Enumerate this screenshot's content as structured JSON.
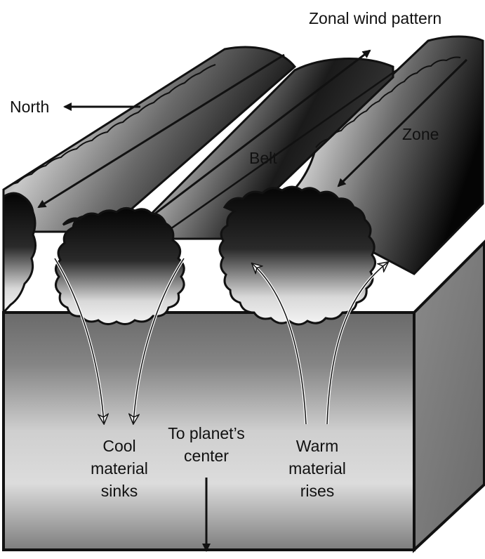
{
  "labels": {
    "zonal_wind_pattern": "Zonal wind pattern",
    "north": "North",
    "zone": "Zone",
    "belt": "Belt",
    "cool_line1": "Cool",
    "cool_line2": "material",
    "cool_line3": "sinks",
    "center_line1": "To planet’s",
    "center_line2": "center",
    "warm_line1": "Warm",
    "warm_line2": "material",
    "warm_line3": "rises"
  },
  "colors": {
    "ink": "#111111",
    "block_front_light": "#e4e4e4",
    "block_front_dark": "#6e6e6e",
    "block_side": "#7a7a7a",
    "cloud_dark": "#0a0a0a",
    "cloud_light": "#f2f2f2"
  }
}
